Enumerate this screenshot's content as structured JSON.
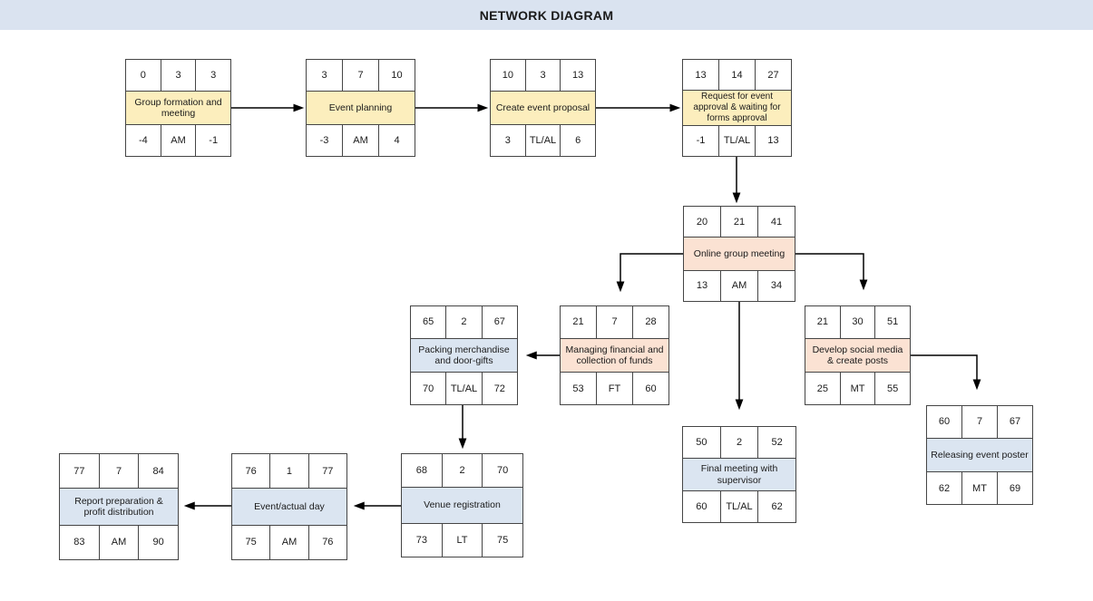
{
  "title": "NETWORK DIAGRAM",
  "colors": {
    "banner_bg": "#dae3f0",
    "node_yellow": "#fceebd",
    "node_peach": "#fbe2d3",
    "node_blue": "#dbe5f1",
    "border": "#454545",
    "arrow": "#000000"
  },
  "nodes": [
    {
      "id": "group-formation",
      "label": "Group formation and meeting",
      "top": [
        "0",
        "3",
        "3"
      ],
      "bottom": [
        "-4",
        "AM",
        "-1"
      ],
      "color": "yellow"
    },
    {
      "id": "event-planning",
      "label": "Event planning",
      "top": [
        "3",
        "7",
        "10"
      ],
      "bottom": [
        "-3",
        "AM",
        "4"
      ],
      "color": "yellow"
    },
    {
      "id": "create-proposal",
      "label": "Create event proposal",
      "top": [
        "10",
        "3",
        "13"
      ],
      "bottom": [
        "3",
        "TL/AL",
        "6"
      ],
      "color": "yellow"
    },
    {
      "id": "request-approval",
      "label": "Request for event approval & waiting for forms approval",
      "top": [
        "13",
        "14",
        "27"
      ],
      "bottom": [
        "-1",
        "TL/AL",
        "13"
      ],
      "color": "yellow"
    },
    {
      "id": "online-meeting",
      "label": "Online group meeting",
      "top": [
        "20",
        "21",
        "41"
      ],
      "bottom": [
        "13",
        "AM",
        "34"
      ],
      "color": "peach"
    },
    {
      "id": "packing",
      "label": "Packing merchandise and door-gifts",
      "top": [
        "65",
        "2",
        "67"
      ],
      "bottom": [
        "70",
        "TL/AL",
        "72"
      ],
      "color": "blue"
    },
    {
      "id": "managing-financial",
      "label": "Managing financial and collection of funds",
      "top": [
        "21",
        "7",
        "28"
      ],
      "bottom": [
        "53",
        "FT",
        "60"
      ],
      "color": "peach"
    },
    {
      "id": "develop-social",
      "label": "Develop social media & create posts",
      "top": [
        "21",
        "30",
        "51"
      ],
      "bottom": [
        "25",
        "MT",
        "55"
      ],
      "color": "peach"
    },
    {
      "id": "releasing-poster",
      "label": "Releasing event poster",
      "top": [
        "60",
        "7",
        "67"
      ],
      "bottom": [
        "62",
        "MT",
        "69"
      ],
      "color": "blue"
    },
    {
      "id": "final-meeting",
      "label": "Final meeting with supervisor",
      "top": [
        "50",
        "2",
        "52"
      ],
      "bottom": [
        "60",
        "TL/AL",
        "62"
      ],
      "color": "blue"
    },
    {
      "id": "venue-registration",
      "label": "Venue registration",
      "top": [
        "68",
        "2",
        "70"
      ],
      "bottom": [
        "73",
        "LT",
        "75"
      ],
      "color": "blue"
    },
    {
      "id": "event-day",
      "label": "Event/actual day",
      "top": [
        "76",
        "1",
        "77"
      ],
      "bottom": [
        "75",
        "AM",
        "76"
      ],
      "color": "blue"
    },
    {
      "id": "report-prep",
      "label": "Report preparation & profit distribution",
      "top": [
        "77",
        "7",
        "84"
      ],
      "bottom": [
        "83",
        "AM",
        "90"
      ],
      "color": "blue"
    }
  ],
  "edges": [
    {
      "from": "group-formation",
      "to": "event-planning"
    },
    {
      "from": "event-planning",
      "to": "create-proposal"
    },
    {
      "from": "create-proposal",
      "to": "request-approval"
    },
    {
      "from": "request-approval",
      "to": "online-meeting"
    },
    {
      "from": "online-meeting",
      "to": "managing-financial"
    },
    {
      "from": "online-meeting",
      "to": "final-meeting"
    },
    {
      "from": "online-meeting",
      "to": "develop-social"
    },
    {
      "from": "managing-financial",
      "to": "packing"
    },
    {
      "from": "packing",
      "to": "venue-registration"
    },
    {
      "from": "develop-social",
      "to": "releasing-poster"
    },
    {
      "from": "venue-registration",
      "to": "event-day"
    },
    {
      "from": "event-day",
      "to": "report-prep"
    }
  ]
}
